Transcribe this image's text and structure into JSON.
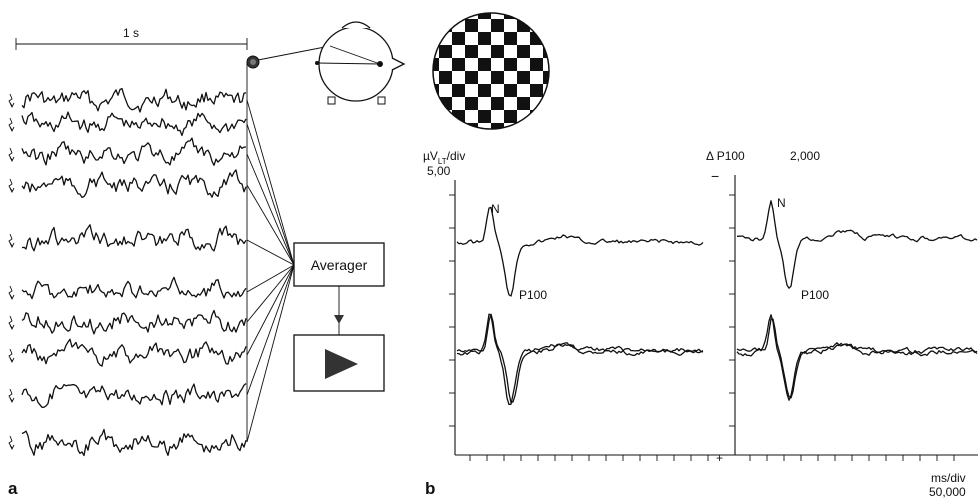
{
  "panel_a": {
    "label": "a",
    "time_scale": "1 s",
    "averager_label": "Averager"
  },
  "panel_b": {
    "label": "b",
    "y_unit": "µV",
    "y_unit_sub": "LT",
    "y_unit_tail": "/div",
    "y_scale": "5,00",
    "delta_label": "Δ P100",
    "delta_value": "2,000",
    "minus_sign": "−",
    "plus_sign": "+",
    "x_unit": "ms/div",
    "x_scale": "50,000",
    "peak_n": "N",
    "peak_p100": "P100"
  }
}
